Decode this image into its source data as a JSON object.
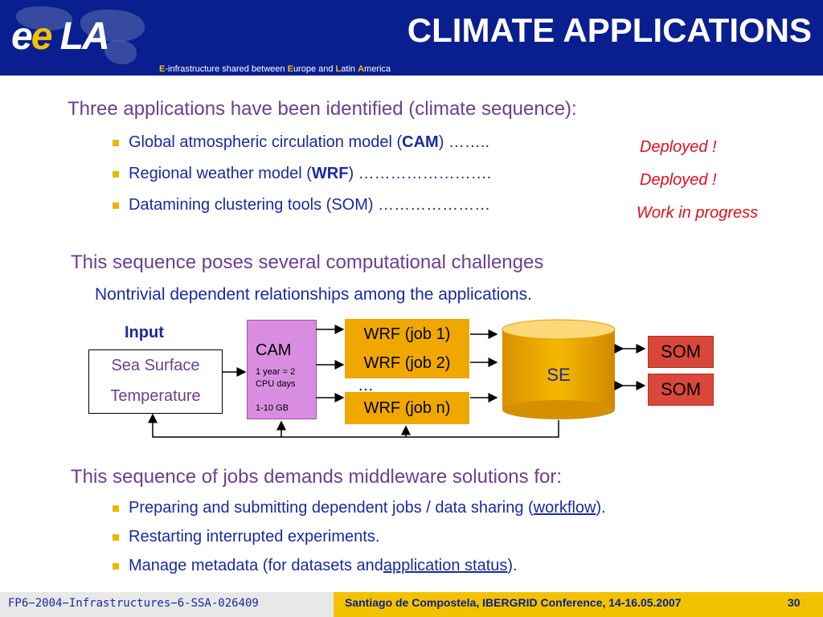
{
  "header": {
    "title": "CLIMATE APPLICATIONS",
    "logo_e1": "e",
    "logo_e2": "e",
    "logo_la": "LA",
    "subtitle_parts": [
      "E",
      "-infrastructure shared between ",
      "E",
      "urope and ",
      "L",
      "atin ",
      "A",
      "merica"
    ]
  },
  "section1": {
    "heading": "Three applications have been identified (climate sequence):",
    "bullets": [
      {
        "pre": "Global atmospheric circulation model (",
        "bold": "CAM",
        "post": ") ……..",
        "status": "Deployed !"
      },
      {
        "pre": "Regional weather model (",
        "bold": "WRF",
        "post": ") …………………….",
        "status": "Deployed !"
      },
      {
        "pre": "Datamining clustering tools (SOM) …………………",
        "bold": "",
        "post": "",
        "status": "Work in progress"
      }
    ]
  },
  "section2": {
    "heading": "This sequence poses several computational challenges",
    "subheading": "Nontrivial dependent relationships among the applications."
  },
  "diagram": {
    "input_label": "Input",
    "sst_line1": "Sea Surface",
    "sst_line2": "Temperature",
    "cam_label": "CAM",
    "cam_note1": "1 year = 2",
    "cam_note2": "CPU days",
    "cam_note3": "1-10 GB",
    "wrf_job1": "WRF (job 1)",
    "wrf_job2": "WRF (job 2)",
    "wrf_dots": "…",
    "wrf_jobn": "WRF (job n)",
    "se_label": "SE",
    "som1": "SOM",
    "som2": "SOM"
  },
  "section3": {
    "heading": "This sequence of jobs demands middleware solutions for:",
    "bullet1_pre": "Preparing and submitting dependent jobs / data sharing (",
    "bullet1_link": "workflow",
    "bullet1_post": ").",
    "bullet2": "Restarting interrupted experiments.",
    "bullet3_pre": "Manage metadata (for datasets and ",
    "bullet3_link": "application status",
    "bullet3_post": ")."
  },
  "footer": {
    "left": "FP6−2004−Infrastructures−6-SSA-026409",
    "conference": "Santiago de Compostela, IBERGRID Conference, 14-16.05.2007",
    "page": "30"
  },
  "colors": {
    "header_bg": "#0a1f8f",
    "accent_yellow": "#f2c200",
    "heading_purple": "#6b3f8f",
    "text_blue": "#1a2aa0",
    "status_red": "#e0101a"
  }
}
